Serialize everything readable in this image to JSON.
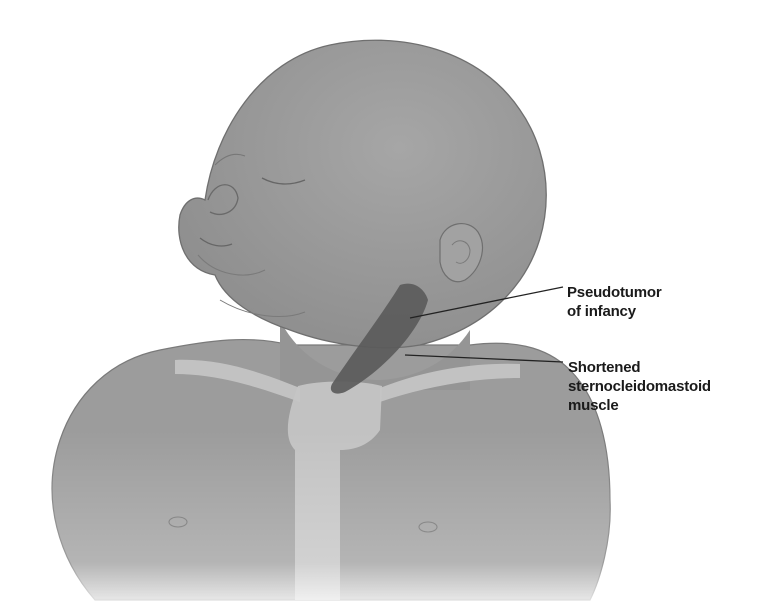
{
  "labels": {
    "pseudotumor": {
      "line1": "Pseudotumor",
      "line2": "of infancy"
    },
    "shortened_muscle": {
      "line1": "Shortened",
      "line2": "sternocleidomastoid",
      "line3": "muscle"
    }
  },
  "colors": {
    "skin": "#9a9a9a",
    "skin_light": "#b8b8b8",
    "outline": "#6f6f6f",
    "sternum": "#c6c6c6",
    "muscle": "#5a5a5a",
    "leader_line": "#222222",
    "background": "#ffffff"
  }
}
